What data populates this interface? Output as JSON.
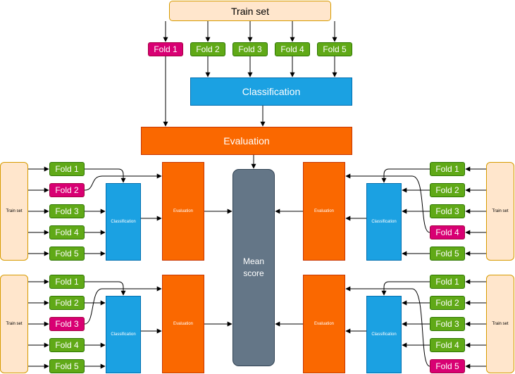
{
  "top": {
    "train_set": "Train set",
    "folds": [
      {
        "label": "Fold 1",
        "role": "validation"
      },
      {
        "label": "Fold 2",
        "role": "train"
      },
      {
        "label": "Fold 3",
        "role": "train"
      },
      {
        "label": "Fold 4",
        "role": "train"
      },
      {
        "label": "Fold 5",
        "role": "train"
      }
    ],
    "classification": "Classification",
    "evaluation": "Evaluation"
  },
  "cv_panels": [
    {
      "position": "left-upper",
      "train_set": "Train set",
      "classification": "Classification",
      "evaluation": "Evaluation",
      "folds": [
        {
          "label": "Fold 1",
          "role": "train"
        },
        {
          "label": "Fold 2",
          "role": "validation"
        },
        {
          "label": "Fold 3",
          "role": "train"
        },
        {
          "label": "Fold 4",
          "role": "train"
        },
        {
          "label": "Fold 5",
          "role": "train"
        }
      ]
    },
    {
      "position": "right-upper",
      "train_set": "Train set",
      "classification": "Classification",
      "evaluation": "Evaluation",
      "folds": [
        {
          "label": "Fold 1",
          "role": "train"
        },
        {
          "label": "Fold 2",
          "role": "train"
        },
        {
          "label": "Fold 3",
          "role": "train"
        },
        {
          "label": "Fold 4",
          "role": "validation"
        },
        {
          "label": "Fold 5",
          "role": "train"
        }
      ]
    },
    {
      "position": "left-lower",
      "train_set": "Train set",
      "classification": "Classification",
      "evaluation": "Evaluation",
      "folds": [
        {
          "label": "Fold 1",
          "role": "train"
        },
        {
          "label": "Fold 2",
          "role": "train"
        },
        {
          "label": "Fold 3",
          "role": "validation"
        },
        {
          "label": "Fold 4",
          "role": "train"
        },
        {
          "label": "Fold 5",
          "role": "train"
        }
      ]
    },
    {
      "position": "right-lower",
      "train_set": "Train set",
      "classification": "Classification",
      "evaluation": "Evaluation",
      "folds": [
        {
          "label": "Fold 1",
          "role": "train"
        },
        {
          "label": "Fold 2",
          "role": "train"
        },
        {
          "label": "Fold 3",
          "role": "train"
        },
        {
          "label": "Fold 4",
          "role": "train"
        },
        {
          "label": "Fold 5",
          "role": "validation"
        }
      ]
    }
  ],
  "mean_score": "Mean score",
  "colors": {
    "train_set_fill": "#ffe6cc",
    "train_fold": "#60a917",
    "validation_fold": "#d80073",
    "classification": "#1ba1e2",
    "evaluation": "#fa6800",
    "mean_score": "#647687"
  }
}
